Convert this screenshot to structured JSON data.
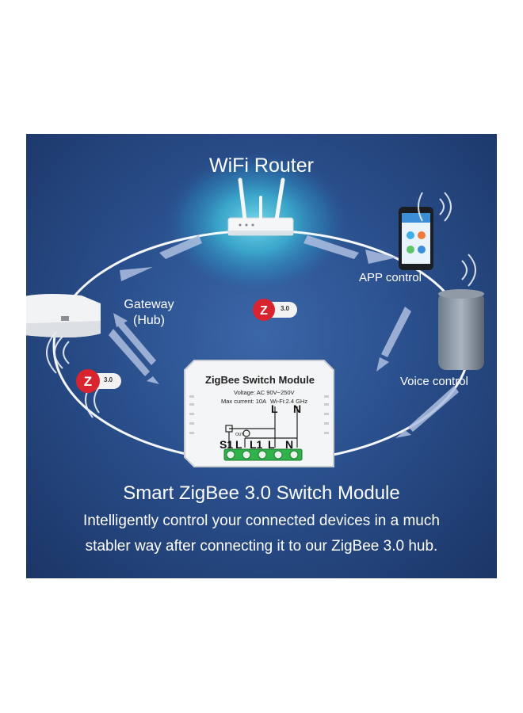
{
  "router": {
    "title": "WiFi Router"
  },
  "gateway": {
    "label_line1": "Gateway",
    "label_line2": "(Hub)"
  },
  "app": {
    "label": "APP control"
  },
  "voice": {
    "label": "Voice control"
  },
  "zigbee_badge": {
    "version": "3.0"
  },
  "module": {
    "title": "ZigBee Switch Module",
    "voltage": "Voltage: AC 90V~250V",
    "max_current": "Max current: 10A",
    "wifi": "Wi-Fi:2.4 GHz",
    "terminals": [
      "S1",
      "L",
      "L1",
      "L",
      "N"
    ],
    "top_terminals": [
      "L",
      "N"
    ],
    "out_label": "OUT"
  },
  "headline": "Smart ZigBee 3.0 Switch Module",
  "subline1": "Intelligently control your connected devices in a much",
  "subline2": "stabler way after connecting it to our ZigBee 3.0 hub.",
  "colors": {
    "panel_dark": "#1b3566",
    "panel_light": "#3b66a8",
    "zigbee_red": "#d9232e",
    "glow_cyan": "#3fd0e8"
  }
}
